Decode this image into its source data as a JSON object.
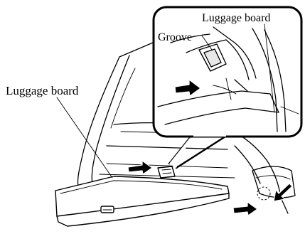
{
  "labels": {
    "luggage_board_main": "Luggage board",
    "luggage_board_inset": "Luggage board",
    "groove": "Groove"
  }
}
